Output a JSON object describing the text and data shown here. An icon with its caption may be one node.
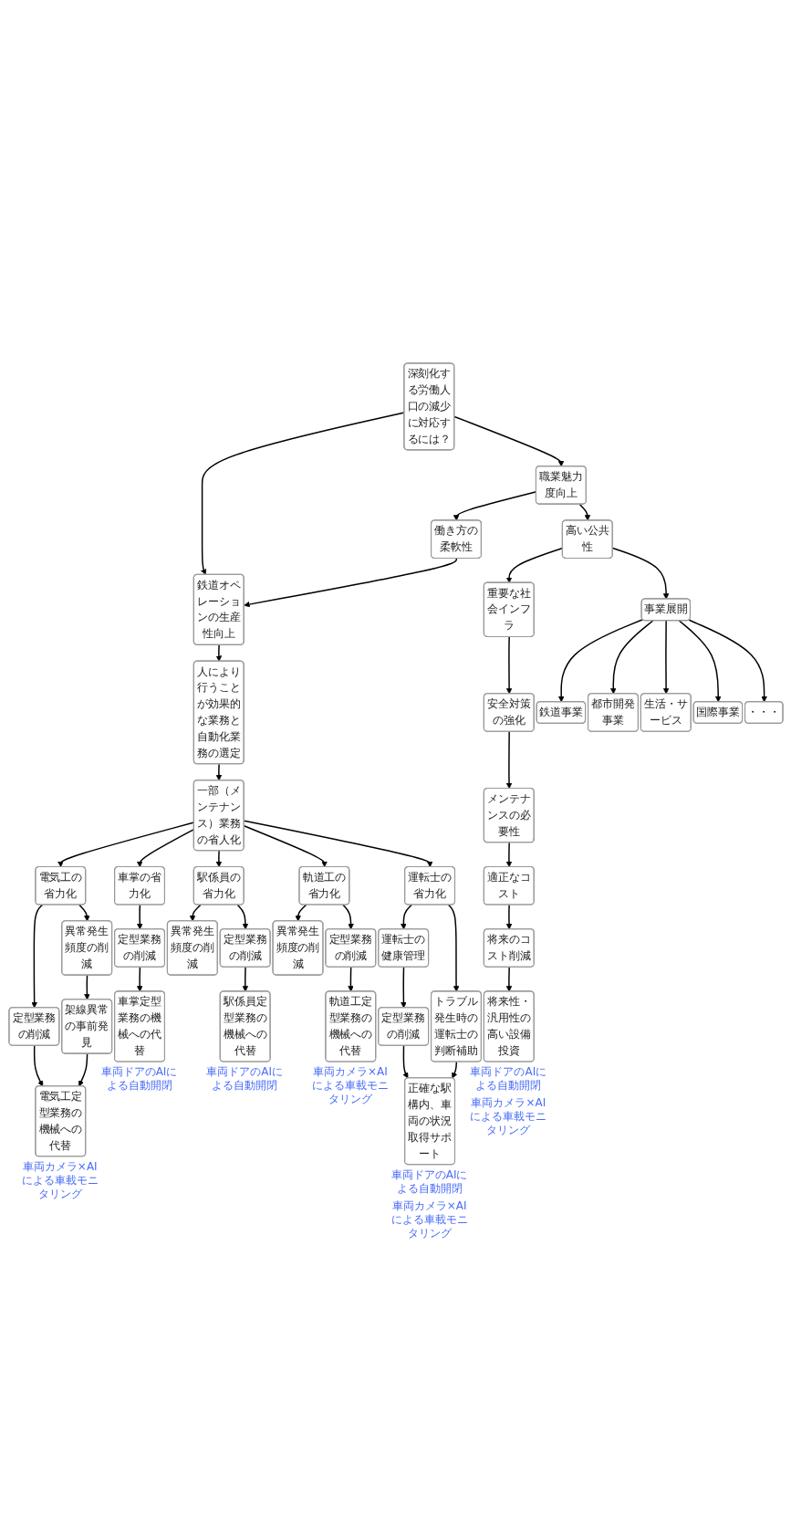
{
  "diagram": {
    "nodes": [
      {
        "text": [
          "深刻化する労働人口の減少に対応するには？"
        ]
      },
      {
        "text": [
          "鉄道オペレーションの生産性向上"
        ]
      },
      {
        "text": [
          "職業魅力度向上"
        ]
      },
      {
        "text": [
          "働き方の柔軟性"
        ]
      },
      {
        "text": [
          "人により行うことが効果的な業務と自動化業務の選定"
        ]
      },
      {
        "text": [
          "一部（メンテナンス）業務の省人化"
        ]
      },
      {
        "text": [
          "電気工の省力化"
        ]
      },
      {
        "text": [
          "定型業務の削減"
        ]
      },
      {
        "text": [
          "異常発生頻度の削減"
        ]
      },
      {
        "text": [
          "架線異常の事前発見"
        ]
      },
      {
        "text": [
          "電気工定型業務の機械への代替"
        ],
        "beside": [
          "車両カメラ×AIによる車載モニタリング"
        ]
      },
      {
        "text": [
          "車掌の省力化"
        ]
      },
      {
        "text": [
          "定型業務の削減"
        ]
      },
      {
        "text": [
          "車掌定型業務の機械への代替"
        ],
        "beside": [
          "車両ドアのAIによる自動開閉"
        ]
      },
      {
        "text": [
          "駅係員の省力化"
        ]
      },
      {
        "text": [
          "定型業務の削減"
        ]
      },
      {
        "text": [
          "異常発生頻度の削減"
        ]
      },
      {
        "text": [
          "駅係員定型業務の機械への代替"
        ],
        "beside": [
          "車両ドアのAIによる自動開閉"
        ]
      },
      {
        "text": [
          "軌道工の省力化"
        ]
      },
      {
        "text": [
          "定型業務の削減"
        ]
      },
      {
        "text": [
          "異常発生頻度の削減"
        ]
      },
      {
        "text": [
          "軌道工定型業務の機械への代替"
        ],
        "beside": [
          "車両カメラ×AIによる車載モニタリング"
        ]
      },
      {
        "text": [
          "運転士の省力化"
        ]
      },
      {
        "text": [
          "運転士の健康管理"
        ]
      },
      {
        "text": [
          "トラブル発生時の運転士の判断補助"
        ]
      },
      {
        "text": [
          "定型業務の削減"
        ]
      },
      {
        "text": [
          "正確な駅構内、車両の状況取得サポート"
        ],
        "beside": [
          "車両ドアのAIによる自動開閉",
          "車両カメラ×AIによる車載モニタリング"
        ]
      },
      {
        "text": [
          "高い公共性"
        ]
      },
      {
        "text": [
          "重要な社会インフラ"
        ]
      },
      {
        "text": [
          "安全対策の強化"
        ]
      },
      {
        "text": [
          "メンテナンスの必要性"
        ]
      },
      {
        "text": [
          "適正なコスト"
        ]
      },
      {
        "text": [
          "将来のコスト削減"
        ]
      },
      {
        "text": [
          "将来性・汎用性の高い設備投資"
        ],
        "beside": [
          "車両ドアのAIによる自動開閉",
          "車両カメラ×AIによる車載モニタリング"
        ]
      },
      {
        "text": [
          "事業展開"
        ]
      },
      {
        "text": [
          "鉄道事業"
        ]
      },
      {
        "text": [
          "都市開発事業"
        ]
      },
      {
        "text": [
          "生活・サービス"
        ]
      },
      {
        "text": [
          "国際事業"
        ]
      },
      {
        "text": [
          "・・・"
        ]
      }
    ],
    "edges": [
      {
        "from": 0,
        "to": 1,
        "arrow": "to"
      },
      {
        "from": 0,
        "to": 2,
        "arrow": "to"
      },
      {
        "from": 2,
        "to": 3,
        "arrow": "to"
      },
      {
        "from": 3,
        "to": 1,
        "arrow": "to"
      },
      {
        "from": 2,
        "to": 27,
        "arrow": "to"
      },
      {
        "from": 1,
        "to": 4,
        "arrow": "to"
      },
      {
        "from": 4,
        "to": 5,
        "arrow": "to"
      },
      {
        "from": 5,
        "to": 6,
        "arrow": "to"
      },
      {
        "from": 5,
        "to": 11,
        "arrow": "to"
      },
      {
        "from": 5,
        "to": 14,
        "arrow": "to"
      },
      {
        "from": 5,
        "to": 18,
        "arrow": "to"
      },
      {
        "from": 5,
        "to": 22,
        "arrow": "to"
      },
      {
        "from": 6,
        "to": 7,
        "arrow": "to"
      },
      {
        "from": 6,
        "to": 8,
        "arrow": "to"
      },
      {
        "from": 8,
        "to": 9,
        "arrow": "to"
      },
      {
        "from": 7,
        "to": 10,
        "arrow": "to"
      },
      {
        "from": 9,
        "to": 10,
        "arrow": "to"
      },
      {
        "from": 11,
        "to": 12,
        "arrow": "to"
      },
      {
        "from": 12,
        "to": 13,
        "arrow": "to"
      },
      {
        "from": 14,
        "to": 15,
        "arrow": "to"
      },
      {
        "from": 14,
        "to": 16,
        "arrow": "to"
      },
      {
        "from": 15,
        "to": 17,
        "arrow": "to"
      },
      {
        "from": 18,
        "to": 19,
        "arrow": "to"
      },
      {
        "from": 18,
        "to": 20,
        "arrow": "to"
      },
      {
        "from": 19,
        "to": 21,
        "arrow": "to"
      },
      {
        "from": 22,
        "to": 23,
        "arrow": "to"
      },
      {
        "from": 22,
        "to": 24,
        "arrow": "to"
      },
      {
        "from": 23,
        "to": 25,
        "arrow": "to"
      },
      {
        "from": 25,
        "to": 26,
        "arrow": "to"
      },
      {
        "from": 24,
        "to": 26,
        "arrow": "to"
      },
      {
        "from": 27,
        "to": 28,
        "arrow": "to"
      },
      {
        "from": 27,
        "to": 34,
        "arrow": "to"
      },
      {
        "from": 28,
        "to": 29,
        "arrow": "to"
      },
      {
        "from": 29,
        "to": 30,
        "arrow": "to"
      },
      {
        "from": 30,
        "to": 31,
        "arrow": "to"
      },
      {
        "from": 31,
        "to": 32,
        "arrow": "to"
      },
      {
        "from": 32,
        "to": 33,
        "arrow": "to"
      },
      {
        "from": 34,
        "to": 35,
        "arrow": "to"
      },
      {
        "from": 34,
        "to": 36,
        "arrow": "to"
      },
      {
        "from": 34,
        "to": 37,
        "arrow": "to"
      },
      {
        "from": 34,
        "to": 38,
        "arrow": "to"
      },
      {
        "from": 34,
        "to": 39,
        "arrow": "to"
      }
    ]
  }
}
